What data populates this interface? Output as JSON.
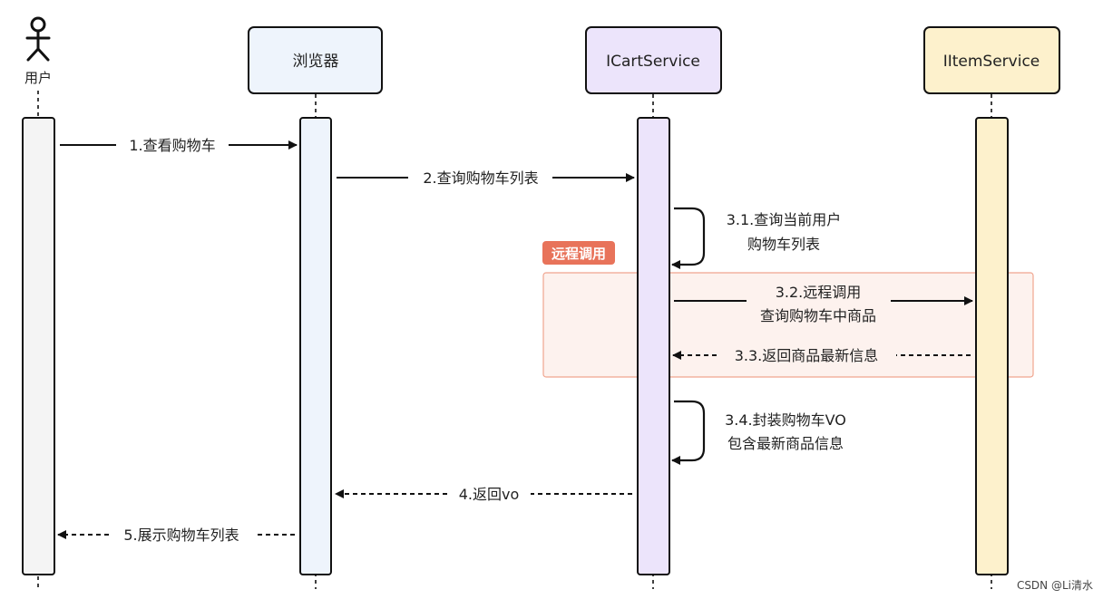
{
  "actor": {
    "label": "用户"
  },
  "participants": {
    "browser": "浏览器",
    "cart": "ICartService",
    "item": "IItemService"
  },
  "region": {
    "tag": "远程调用"
  },
  "messages": {
    "m1": "1.查看购物车",
    "m2": "2.查询购物车列表",
    "m31_line1": "3.1.查询当前用户",
    "m31_line2": "购物车列表",
    "m32_line1": "3.2.远程调用",
    "m32_line2": "查询购物车中商品",
    "m33": "3.3.返回商品最新信息",
    "m34_line1": "3.4.封装购物车VO",
    "m34_line2": "包含最新商品信息",
    "m4": "4.返回vo",
    "m5": "5.展示购物车列表"
  },
  "watermark": "CSDN @Li清水",
  "colors": {
    "user": "#f4f4f4",
    "browser": "#eef4fc",
    "cart": "#ece4fb",
    "item": "#fdf1cc",
    "region_fill": "#fdf2ee",
    "region_stroke": "#f0a58f",
    "tag": "#e8735a",
    "line": "#111111"
  }
}
